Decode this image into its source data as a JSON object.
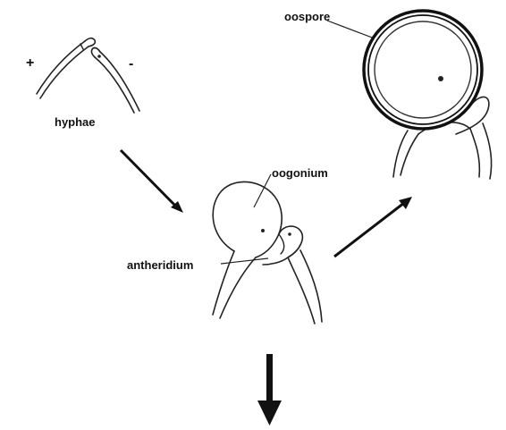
{
  "labels": {
    "plus_sign": "+",
    "minus_sign": "-",
    "hyphae": "hyphae",
    "oogonium": "oogonium",
    "antheridium": "antheridium",
    "oospore": "oospore"
  },
  "colors": {
    "line": "#222222",
    "arrow": "#111111",
    "background": "#ffffff"
  }
}
